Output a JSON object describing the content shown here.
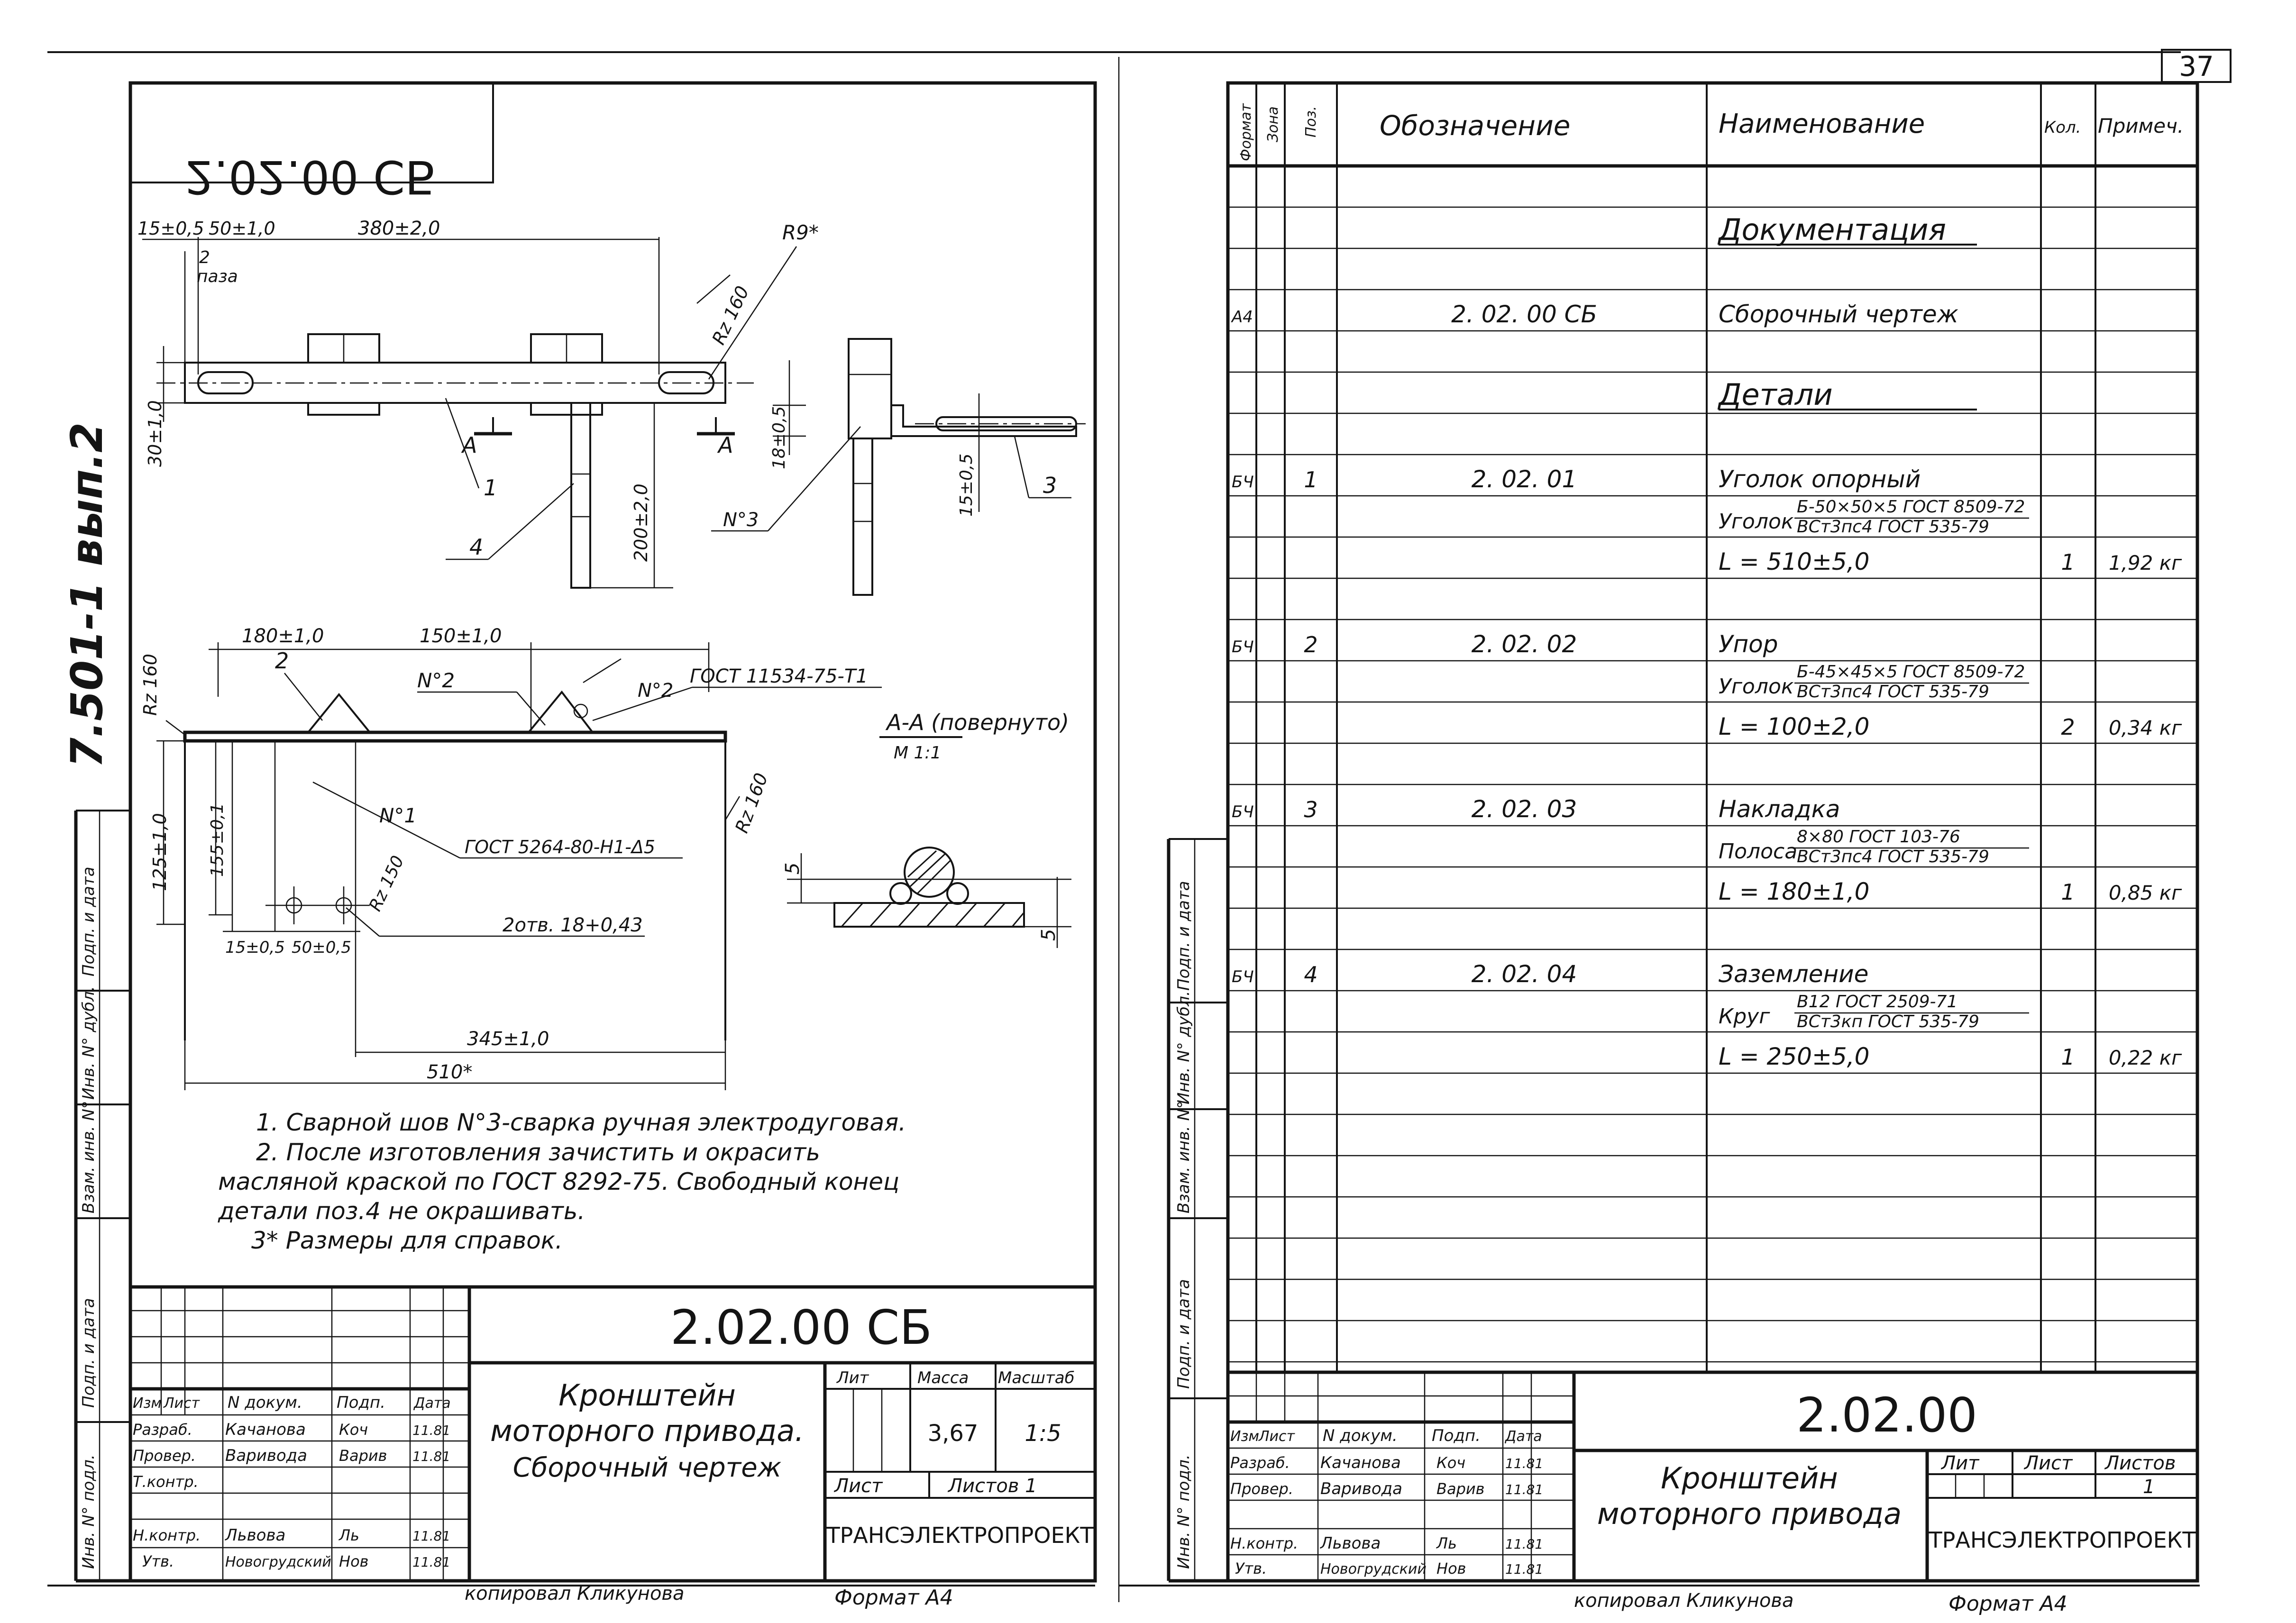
{
  "sheet_number": "37",
  "series_code": "7.501-1 вып.2",
  "drawing": {
    "mirrored_code": "2.02.00 СБ",
    "dims": {
      "d15": "15±0,5",
      "d50": "50±1,0",
      "d380": "380±2,0",
      "r9": "R9*",
      "rz160_top": "Rz 160",
      "d30": "30±1,0",
      "d18": "18±0,5",
      "d200": "200±2,0",
      "d15b": "15±0,5",
      "d180": "180±1,0",
      "d150": "150±1,0",
      "rz160_left": "Rz 160",
      "rz160_right": "Rz 160",
      "d125": "125±1,0",
      "d155": "155±0,1",
      "d15c": "15±0,5",
      "d50c": "50±0,5",
      "rz150": "Rz 150",
      "holes": "2отв.  18+0,43",
      "d345": "345±1,0",
      "d510": "510*",
      "d5a": "5",
      "d5b": "5"
    },
    "pos_labels": {
      "p1": "1",
      "p2": "2",
      "p2b": "2",
      "p3": "3",
      "p4": "4",
      "paz": "2\nпаза"
    },
    "weld_notes": {
      "n3": "N°3",
      "n2a": "N°2",
      "n2b": "N°2",
      "gost11534": "ГОСТ 11534-75-Т1",
      "n1": "N°1",
      "gost5264": "ГОСТ 5264-80-Н1-Δ5"
    },
    "section": {
      "title": "А-А (повернуто)",
      "scale": "М 1:1",
      "mark_a": "А"
    },
    "notes": [
      "1. Сварной шов N°3-сварка ручная электродуговая.",
      "2. После изготовления зачистить и окрасить",
      "масляной краской по ГОСТ 8292-75. Свободный конец",
      "детали поз.4 не окрашивать.",
      "3* Размеры для справок."
    ]
  },
  "left_stamp": {
    "code": "2.02.00 СБ",
    "title": [
      "Кронштейн",
      "моторного привода.",
      "Сборочный чертеж"
    ],
    "headers": {
      "izm": "Изм",
      "list": "Лист",
      "ndok": "N докум.",
      "podp": "Подп.",
      "data": "Дата"
    },
    "roles": [
      {
        "role": "Разраб.",
        "name": "Качанова",
        "sign": "Коч",
        "date": "11.81"
      },
      {
        "role": "Провер.",
        "name": "Варивода",
        "sign": "Варив",
        "date": "11.81"
      },
      {
        "role": "Т.контр.",
        "name": "",
        "sign": "",
        "date": ""
      },
      {
        "role": "Н.контр.",
        "name": "Львова",
        "sign": "Ль",
        "date": "11.81"
      },
      {
        "role": "Утв.",
        "name": "Новогрудский",
        "sign": "Нов",
        "date": "11.81"
      }
    ],
    "lit": "Лит",
    "massa": "Масса",
    "masshtab": "Масштаб",
    "mass_val": "3,67",
    "scale_val": "1:5",
    "list": "Лист",
    "listov": "Листов 1",
    "org": "ТРАНСЭЛЕКТРОПРОЕКТ"
  },
  "side_stamp": [
    "Инв. N° подл.",
    "Подп. и дата",
    "Взам. инв. N°",
    "Инв. N° дубл.",
    "Подп. и дата"
  ],
  "spec": {
    "headers": {
      "format": "Формат",
      "zona": "Зона",
      "poz": "Поз.",
      "oboz": "Обозначение",
      "naim": "Наименование",
      "kol": "Кол.",
      "prim": "Примеч."
    },
    "rows": [
      {
        "naim": "Документация",
        "underline": true
      },
      {
        "format": "А4",
        "oboz": "2. 02. 00 СБ",
        "naim": "Сборочный чертеж"
      },
      {
        "naim": "Детали",
        "underline": true
      },
      {
        "format": "БЧ",
        "poz": "1",
        "oboz": "2. 02. 01",
        "naim": "Уголок опорный"
      },
      {
        "naim": "Уголок",
        "frac_top": "Б-50×50×5 ГОСТ 8509-72",
        "frac_bot": "ВСт3пс4 ГОСТ 535-79"
      },
      {
        "naim": "L = 510±5,0",
        "kol": "1",
        "prim": "1,92 кг"
      },
      {
        "format": "БЧ",
        "poz": "2",
        "oboz": "2. 02. 02",
        "naim": "Упор"
      },
      {
        "naim": "Уголок",
        "frac_top": "Б-45×45×5 ГОСТ 8509-72",
        "frac_bot": "ВСт3пс4 ГОСТ 535-79"
      },
      {
        "naim": "L = 100±2,0",
        "kol": "2",
        "prim": "0,34 кг"
      },
      {
        "format": "БЧ",
        "poz": "3",
        "oboz": "2. 02. 03",
        "naim": "Накладка"
      },
      {
        "naim": "Полоса",
        "frac_top": "8×80 ГОСТ 103-76",
        "frac_bot": "ВСт3пс4 ГОСТ 535-79"
      },
      {
        "naim": "L = 180±1,0",
        "kol": "1",
        "prim": "0,85 кг"
      },
      {
        "format": "БЧ",
        "poz": "4",
        "oboz": "2. 02. 04",
        "naim": "Заземление"
      },
      {
        "naim": "Круг",
        "frac_top": "В12 ГОСТ 2509-71",
        "frac_bot": "ВСт3кп ГОСТ 535-79"
      },
      {
        "naim": "L = 250±5,0",
        "kol": "1",
        "prim": "0,22 кг"
      }
    ]
  },
  "right_stamp": {
    "code": "2.02.00",
    "title": [
      "Кронштейн",
      "моторного привода"
    ],
    "lit": "Лит",
    "list": "Лист",
    "listov": "Листов",
    "listov_val": "1",
    "org": "ТРАНСЭЛЕКТРОПРОЕКТ"
  },
  "footer": {
    "left_copied": "копировал Кликунова",
    "left_format": "Формат А4",
    "right_copied": "копировал Кликунова",
    "right_format": "Формат А4"
  }
}
